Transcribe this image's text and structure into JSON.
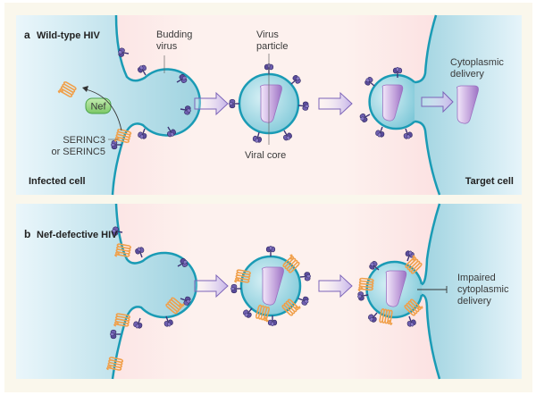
{
  "figure": {
    "panels": [
      {
        "letter": "a",
        "title": "Wild-type HIV",
        "left_cell_label": "Infected cell",
        "right_cell_label": "Target cell",
        "labels": {
          "budding_virus": [
            "Budding",
            "virus"
          ],
          "virus_particle": [
            "Virus",
            "particle"
          ],
          "viral_core": "Viral core",
          "cytoplasmic_delivery": [
            "Cytoplasmic",
            "delivery"
          ],
          "nef": "Nef",
          "serinc": [
            "SERINC3",
            "or SERINC5"
          ]
        }
      },
      {
        "letter": "b",
        "title": "Nef-defective HIV",
        "labels": {
          "impaired_delivery": [
            "Impaired",
            "cytoplasmic",
            "delivery"
          ]
        }
      }
    ],
    "colors": {
      "background": "#faf7ec",
      "cell_blue": "#9fd5e2",
      "membrane": "#1a9bb5",
      "extracellular_pink": "#fbd9dc",
      "virus_fill": "#8fd0dd",
      "core_purple": "#b48fd0",
      "spike_purple": "#5a4b9a",
      "serinc_orange": "#f0a04b",
      "nef_green": "#8fd27a",
      "arrow_purple": "#b9a6e0"
    }
  }
}
